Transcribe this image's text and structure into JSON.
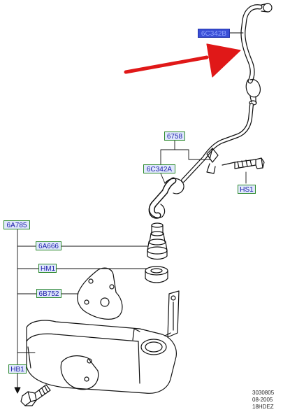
{
  "diagram": {
    "callouts": {
      "c6C342B": "6C342B",
      "c6758": "6758",
      "c6C342A": "6C342A",
      "cHS1": "HS1",
      "c6A785": "6A785",
      "c6A666": "6A666",
      "cHM1": "HM1",
      "c6B752": "6B752",
      "cHB1": "HB1"
    },
    "footer": {
      "code": "3030805",
      "date": "08-2005",
      "model": "18HDEZ"
    },
    "colors": {
      "arrow": "#e01818",
      "callout_border": "#2d8a2d",
      "callout_fill": "#dfe8fb",
      "callout_selected_fill": "#3a4fd6",
      "line": "#111111"
    }
  }
}
